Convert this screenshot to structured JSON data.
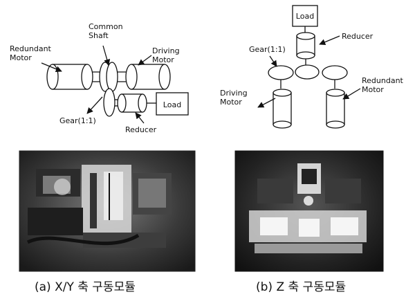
{
  "diagram_a": {
    "redundant_motor": "Redundant\nMotor",
    "common_shaft": "Common\nShaft",
    "driving_motor": "Driving\nMotor",
    "gear": "Gear(1:1)",
    "reducer": "Reducer",
    "load": "Load"
  },
  "diagram_b": {
    "load": "Load",
    "reducer": "Reducer",
    "gear": "Gear(1:1)",
    "driving_motor": "Driving\nMotor",
    "redundant_motor": "Redundant\nMotor"
  },
  "captions": {
    "a": "(a) X/Y 축 구동모듈",
    "b": "(b) Z 축 구동모듈"
  }
}
